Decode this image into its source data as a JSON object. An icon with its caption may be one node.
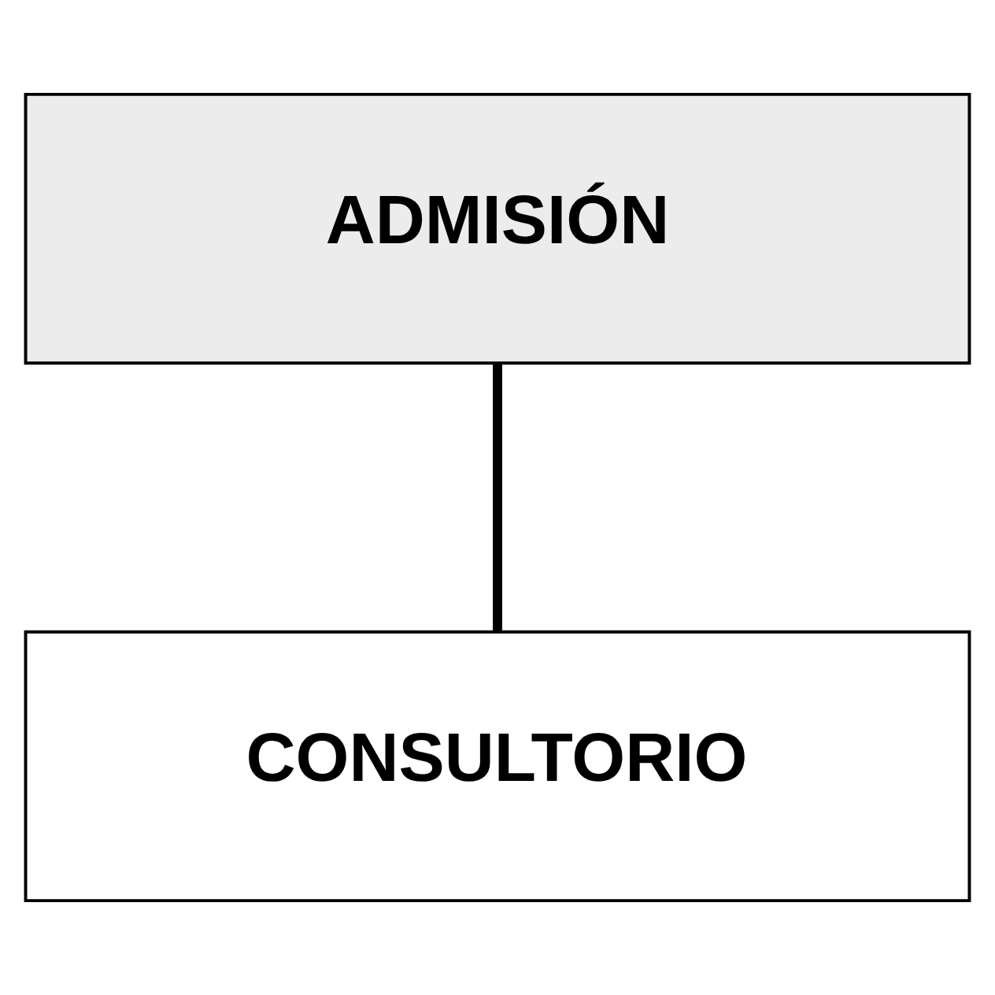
{
  "diagram": {
    "nodes": [
      {
        "text": [
          "ADMISIÓN"
        ]
      },
      {
        "text": [
          "CONSULTORIO"
        ]
      }
    ],
    "edges": [
      {
        "from": 0,
        "to": 1,
        "arrow": "none"
      }
    ]
  }
}
